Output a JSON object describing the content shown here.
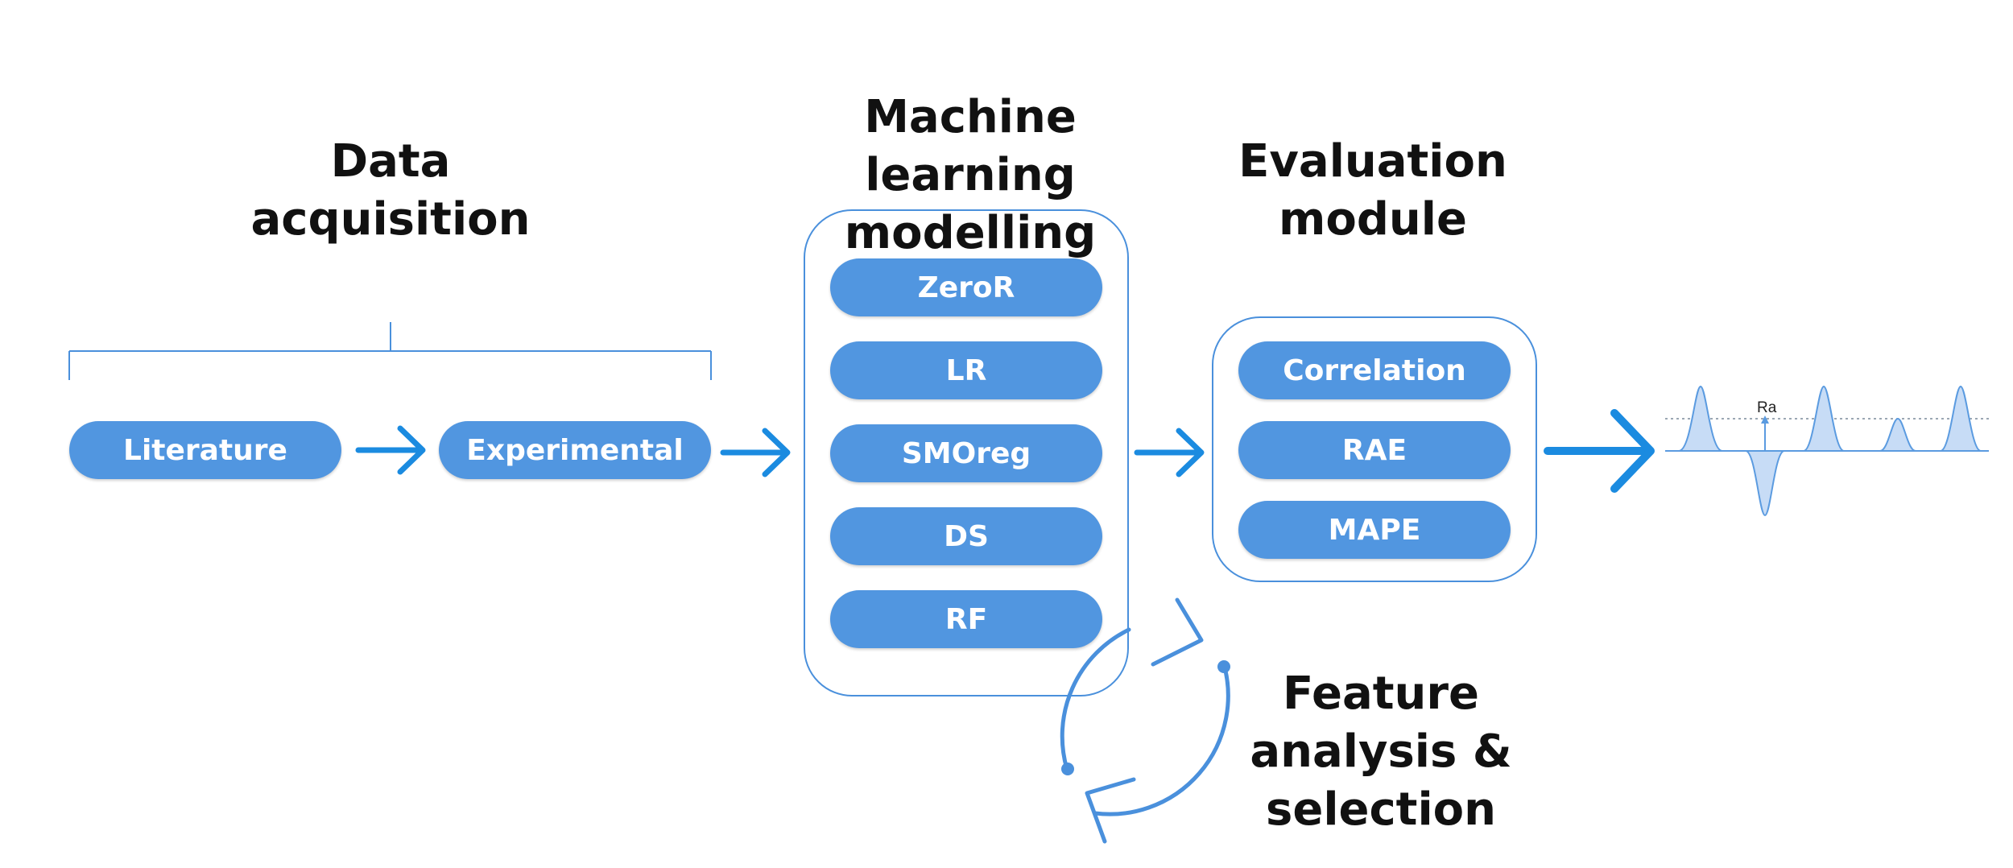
{
  "headings": {
    "data_acquisition": "Data acquisition",
    "ml_modelling": "Machine learning modelling",
    "evaluation": "Evaluation module",
    "feature_analysis": "Feature analysis & selection"
  },
  "data_sources": [
    "Literature",
    "Experimental"
  ],
  "ml_models": [
    "ZeroR",
    "LR",
    "SMOreg",
    "DS",
    "RF"
  ],
  "evaluation_metrics": [
    "Correlation",
    "RAE",
    "MAPE"
  ],
  "roughness_label": "Ra",
  "colors": {
    "pill": "#5196e0",
    "box_border": "#4a90dc",
    "arrow": "#1b8be0",
    "text": "#111111",
    "profile_fill": "#c7dcf6"
  },
  "icons": {
    "flow_arrow": "arrow-right-icon",
    "cycle": "refresh-cycle-icon",
    "profile": "surface-roughness-profile-icon"
  }
}
